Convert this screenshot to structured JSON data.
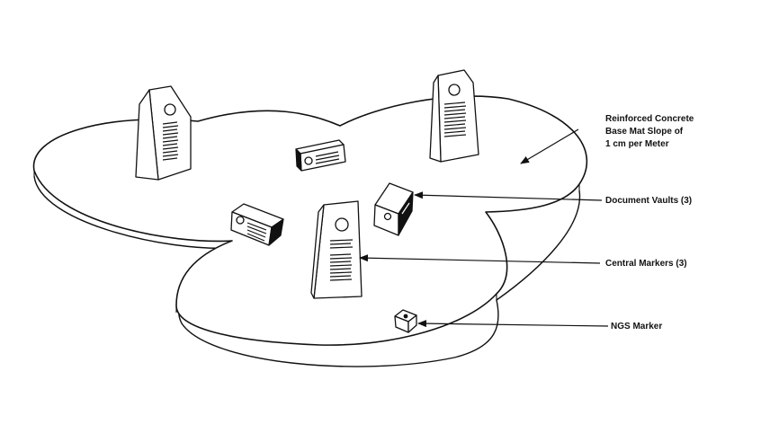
{
  "labels": {
    "base_mat_line1": "Reinforced Concrete",
    "base_mat_line2": "Base Mat Slope of",
    "base_mat_line3": "1 cm per Meter",
    "document_vaults": "Document Vaults (3)",
    "central_markers": "Central Markers (3)",
    "ngs_marker": "NGS Marker"
  },
  "colors": {
    "ink": "#111111",
    "paper": "#ffffff"
  }
}
